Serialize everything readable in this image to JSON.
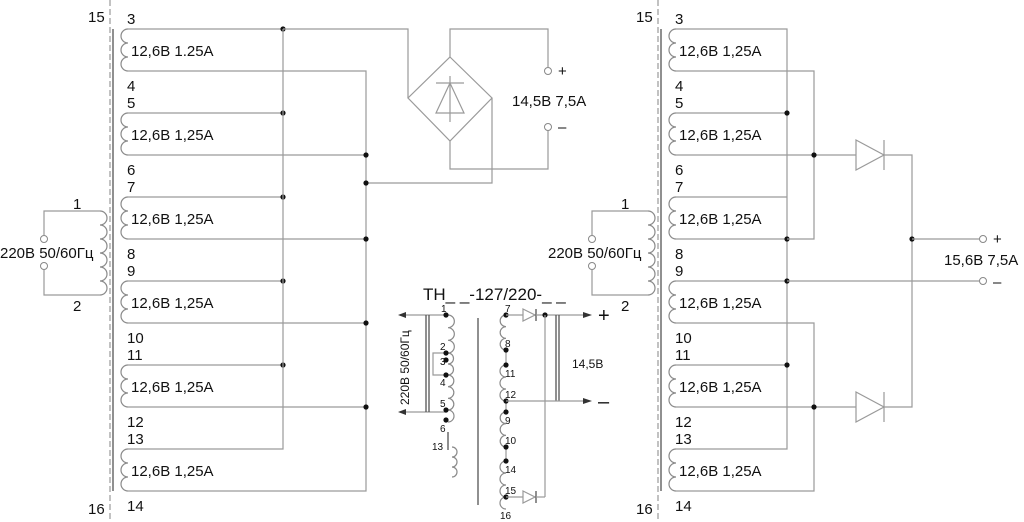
{
  "left_panel": {
    "core_top_pin": "15",
    "core_bottom_pin": "16",
    "primary": {
      "pin_start": "1",
      "pin_end": "2",
      "label": "220В 50/60Гц"
    },
    "windings": [
      {
        "start": "3",
        "end": "4",
        "label": "12,6В 1.25А"
      },
      {
        "start": "5",
        "end": "6",
        "label": "12,6В 1,25А"
      },
      {
        "start": "7",
        "end": "8",
        "label": "12,6В 1,25А"
      },
      {
        "start": "9",
        "end": "10",
        "label": "12,6В 1,25А"
      },
      {
        "start": "11",
        "end": "12",
        "label": "12,6В 1,25А"
      },
      {
        "start": "13",
        "end": "14",
        "label": "12,6В 1,25А"
      }
    ],
    "output": {
      "label": "14,5В 7,5А",
      "plus": "+",
      "minus": "–"
    }
  },
  "right_panel": {
    "core_top_pin": "15",
    "core_bottom_pin": "16",
    "primary": {
      "pin_start": "1",
      "pin_end": "2",
      "label": "220В 50/60Гц"
    },
    "windings": [
      {
        "start": "3",
        "end": "4",
        "label": "12,6В 1,25А"
      },
      {
        "start": "5",
        "end": "6",
        "label": "12,6В 1,25А"
      },
      {
        "start": "7",
        "end": "8",
        "label": "12,6В 1,25А"
      },
      {
        "start": "9",
        "end": "10",
        "label": "12,6В 1,25А"
      },
      {
        "start": "11",
        "end": "12",
        "label": "12,6В 1,25А"
      },
      {
        "start": "13",
        "end": "14",
        "label": "12,6В 1,25А"
      }
    ],
    "output": {
      "label": "15,6В 7,5А",
      "plus": "+",
      "minus": "–"
    }
  },
  "middle": {
    "title": "ТН_ _-127/220-_ _",
    "primary_label": "220В 50/60Гц",
    "primary_pins": [
      "1",
      "2",
      "3",
      "4",
      "5",
      "6",
      "13"
    ],
    "secondary_pins": [
      "7",
      "8",
      "11",
      "12",
      "9",
      "10",
      "14",
      "15",
      "16"
    ],
    "output_label": "14,5В",
    "plus": "+",
    "minus": "–"
  }
}
